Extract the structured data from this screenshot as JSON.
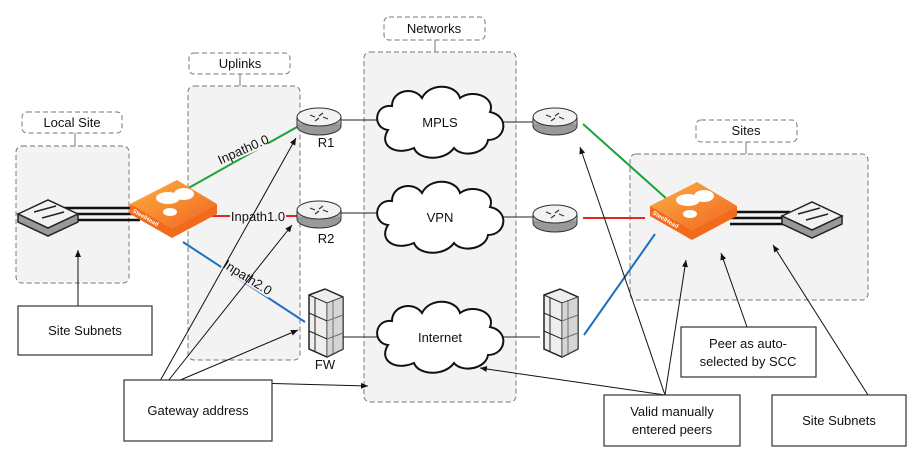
{
  "groups": {
    "local_site": "Local Site",
    "uplinks": "Uplinks",
    "networks": "Networks",
    "sites": "Sites"
  },
  "devices": {
    "r1": "R1",
    "r2": "R2",
    "fw": "FW",
    "steelhead_brand": "SteelHead"
  },
  "networks": [
    "MPLS",
    "VPN",
    "Internet"
  ],
  "inpaths": [
    "Inpath0.0",
    "Inpath1.0",
    "Inpath2.0"
  ],
  "callouts": {
    "site_subnets_left": "Site Subnets",
    "gateway_address": "Gateway address",
    "valid_peers_1": "Valid manually",
    "valid_peers_2": "entered peers",
    "peer_auto_1": "Peer as auto-",
    "peer_auto_2": "selected by SCC",
    "site_subnets_right": "Site Subnets"
  },
  "colors": {
    "inpath0": "#1aa33a",
    "inpath1": "#e8261c",
    "inpath2": "#1f6fc0",
    "steelhead": "#f7931e"
  }
}
